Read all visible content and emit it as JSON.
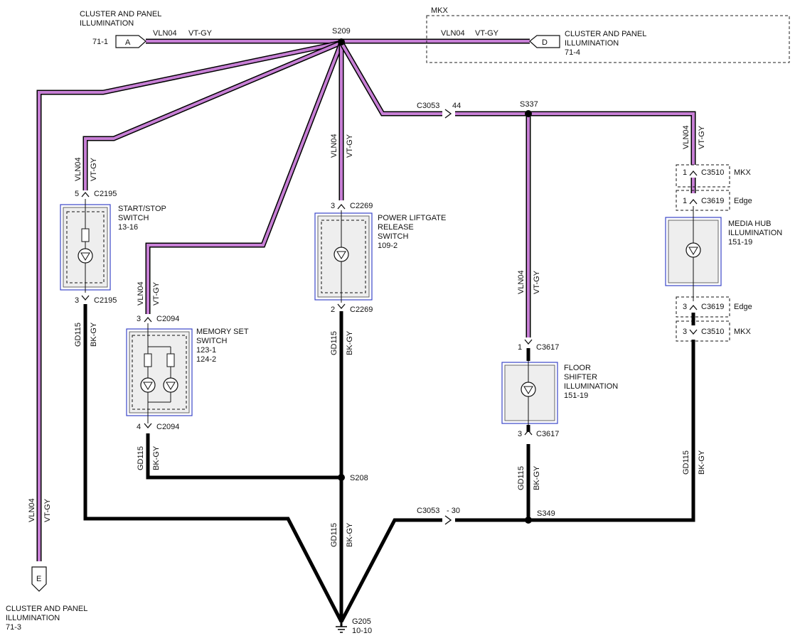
{
  "harness": {
    "wire_vt": {
      "circuit": "VLN04",
      "color": "VT-GY",
      "stroke_hex": "#c77fd5"
    },
    "wire_gd": {
      "circuit": "GD115",
      "color": "BK-GY",
      "stroke_hex": "#000000"
    },
    "outline_blue": "#3b47c8"
  },
  "refs": {
    "a": {
      "letter": "A",
      "page": "71-1",
      "line1": "CLUSTER AND PANEL",
      "line2": "ILLUMINATION"
    },
    "d": {
      "letter": "D",
      "line1": "CLUSTER AND PANEL",
      "line2": "ILLUMINATION",
      "page": "71-4"
    },
    "e": {
      "letter": "E",
      "line1": "CLUSTER AND PANEL",
      "line2": "ILLUMINATION",
      "page": "71-3"
    }
  },
  "mkx_box": {
    "label": "MKX"
  },
  "splices": {
    "s209": "S209",
    "s337": "S337",
    "s208": "S208",
    "s349": "S349"
  },
  "inline_connectors": {
    "top": {
      "name": "C3053",
      "pin": "44"
    },
    "bottom": {
      "name": "C3053",
      "pin": "- 30"
    }
  },
  "ground": {
    "name": "G205",
    "page": "10-10"
  },
  "components": {
    "start_stop": {
      "line1": "START/STOP",
      "line2": "SWITCH",
      "page": "13-16",
      "conn": "C2195",
      "pin_top": "5",
      "pin_bottom": "3"
    },
    "memory_set": {
      "line1": "MEMORY SET",
      "line2": "SWITCH",
      "page1": "123-1",
      "page2": "124-2",
      "conn": "C2094",
      "pin_top": "3",
      "pin_bottom": "4"
    },
    "power_liftgate": {
      "line1": "POWER LIFTGATE",
      "line2": "RELEASE",
      "line3": "SWITCH",
      "page": "109-2",
      "conn": "C2269",
      "pin_top": "3",
      "pin_bottom": "2"
    },
    "floor_shifter": {
      "line1": "FLOOR",
      "line2": "SHIFTER",
      "line3": "ILLUMINATION",
      "page": "151-19",
      "conn": "C3617",
      "pin_top": "1",
      "pin_bottom": "3"
    },
    "media_hub": {
      "line1": "MEDIA HUB",
      "line2": "ILLUMINATION",
      "page": "151-19",
      "conn_mkx": "C3510",
      "conn_edge": "C3619",
      "tag_mkx": "MKX",
      "tag_edge": "Edge",
      "pin_top": "1",
      "pin_bottom": "3"
    }
  }
}
